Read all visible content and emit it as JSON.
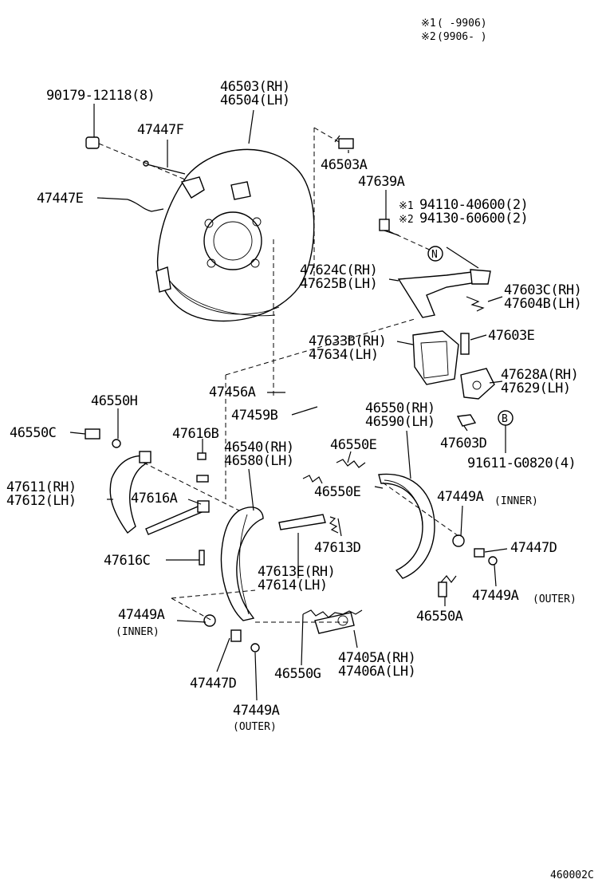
{
  "legend": {
    "mark1": "※1",
    "range1": "(      -9906)",
    "mark2": "※2",
    "range2": "(9906-      )"
  },
  "labels": {
    "p90179": "90179-12118(8)",
    "p46503rh": "46503(RH)",
    "p46504lh": "46504(LH)",
    "p47447f": "47447F",
    "p47447e": "47447E",
    "p46503a": "46503A",
    "p47639a": "47639A",
    "m1": "※1",
    "p94110": "94110-40600(2)",
    "m2": "※2",
    "p94130": "94130-60600(2)",
    "refN": "N",
    "p47624c": "47624C(RH)",
    "p47625b": "47625B(LH)",
    "p47603c": "47603C(RH)",
    "p47604b": "47604B(LH)",
    "p47633b": "47633B(RH)",
    "p47634": "47634(LH)",
    "p47603e": "47603E",
    "p47628a": "47628A(RH)",
    "p47629": "47629(LH)",
    "p46550h": "46550H",
    "p47456a": "47456A",
    "p47459b": "47459B",
    "p46550rh": "46550(RH)",
    "p46590lh": "46590(LH)",
    "refB": "B",
    "p46550c": "46550C",
    "p47616b": "47616B",
    "p46540rh": "46540(RH)",
    "p46580lh": "46580(LH)",
    "p46550e1": "46550E",
    "p47603d": "47603D",
    "p91611": "91611-G0820(4)",
    "p47611": "47611(RH)",
    "p47612": "47612(LH)",
    "p47616a": "47616A",
    "p46550e2": "46550E",
    "p47449a_r": "47449A",
    "inner_r": "(INNER)",
    "p47613d": "47613D",
    "p47447d_r": "47447D",
    "p47616c": "47616C",
    "p47613e": "47613E(RH)",
    "p47614": "47614(LH)",
    "p47449a_ro": "47449A",
    "outer_r": "(OUTER)",
    "p46550a": "46550A",
    "p47449a_l": "47449A",
    "inner_l": "(INNER)",
    "p47405a": "47405A(RH)",
    "p47406a": "47406A(LH)",
    "p47447d_l": "47447D",
    "p46550g": "46550G",
    "p47449a_lo": "47449A",
    "outer_l": "(OUTER)",
    "figure_code": "460002C"
  }
}
